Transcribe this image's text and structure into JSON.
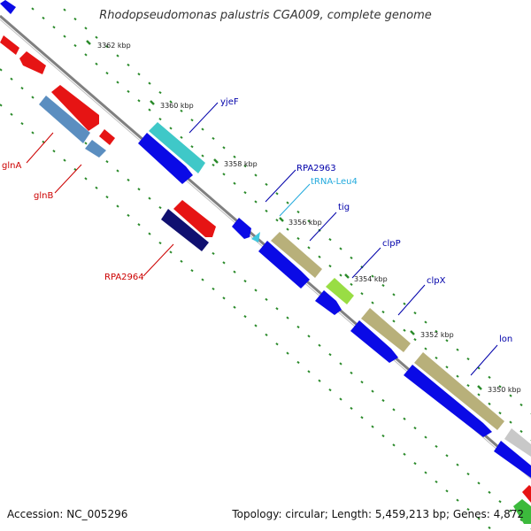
{
  "title": "Rhodopseudomonas palustris CGA009, complete genome",
  "footer": {
    "accession": "Accession: NC_005296",
    "stats": "Topology: circular; Length: 5,459,213 bp; Genes: 4,872"
  },
  "ticks": [
    "3362 kbp",
    "3360 kbp",
    "3358 kbp",
    "3356 kbp",
    "3354 kbp",
    "3352 kbp",
    "3350 kbp"
  ],
  "gene_labels": [
    {
      "name": "glnA",
      "color": "#cc0000"
    },
    {
      "name": "glnB",
      "color": "#cc0000"
    },
    {
      "name": "RPA2964",
      "color": "#cc0000"
    },
    {
      "name": "yjeF",
      "color": "#0000aa"
    },
    {
      "name": "RPA2963",
      "color": "#0000aa"
    },
    {
      "name": "tRNA-Leu4",
      "color": "#22aadd"
    },
    {
      "name": "tig",
      "color": "#0000aa"
    },
    {
      "name": "clpP",
      "color": "#0000aa"
    },
    {
      "name": "clpX",
      "color": "#0000aa"
    },
    {
      "name": "lon",
      "color": "#0000aa"
    }
  ],
  "colors": {
    "forward_cds": "#0a0ae6",
    "reverse_cds": "#e61414",
    "backbone": "#808080",
    "tick_dots": "#2a8a2a",
    "other_rna": "#3fc8e0",
    "gene_teal": "#3fc8c8",
    "gene_khaki": "#b8b07a",
    "gene_lime": "#99dd44",
    "gene_steel": "#5b8ec0",
    "gene_navy": "#101070",
    "gene_grey": "#c8c8c8"
  }
}
